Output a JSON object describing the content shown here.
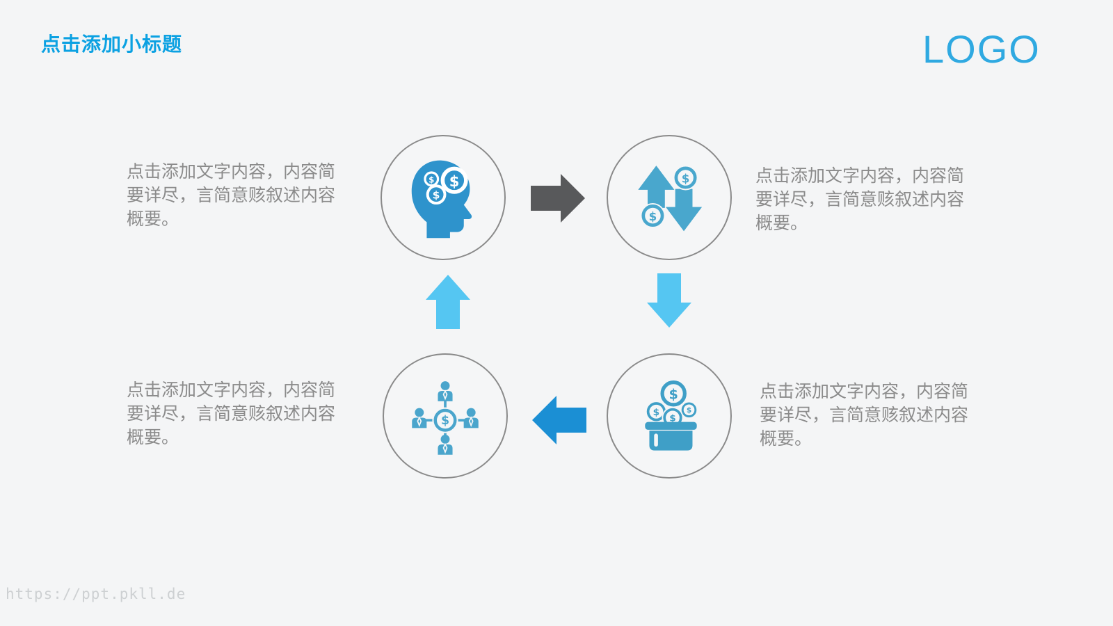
{
  "slide": {
    "title": "点击添加小标题",
    "logo_text": "LOGO",
    "watermark": "https://ppt.pkll.de"
  },
  "colors": {
    "background": "#f4f5f6",
    "title_blue": "#0ba1e2",
    "logo_blue": "#2fa9e1",
    "head_icon_blue": "#2e93cc",
    "icon_teal_blue": "#49a7cd",
    "arrow_dark_gray": "#58595b",
    "arrow_light_blue": "#55c6f2",
    "arrow_medium_blue": "#1b8fd4",
    "body_text_gray": "#8b8b8b",
    "circle_border_gray": "#8a8a8a",
    "watermark_gray": "#cdd0d2"
  },
  "steps": [
    {
      "icon": "thinking-head-dollar-icon",
      "text": "点击添加文字内容，内容简要详尽，言简意赅叙述内容概要。"
    },
    {
      "icon": "exchange-arrows-dollar-icon",
      "text": "点击添加文字内容，内容简要详尽，言简意赅叙述内容概要。"
    },
    {
      "icon": "coins-deposit-box-icon",
      "text": "点击添加文字内容，内容简要详尽，言简意赅叙述内容概要。"
    },
    {
      "icon": "people-dollar-network-icon",
      "text": "点击添加文字内容，内容简要详尽，言简意赅叙述内容概要。"
    }
  ],
  "flow_arrows": [
    {
      "direction": "right",
      "color": "#58595b"
    },
    {
      "direction": "down",
      "color": "#55c6f2"
    },
    {
      "direction": "left",
      "color": "#1b8fd4"
    },
    {
      "direction": "up",
      "color": "#55c6f2"
    }
  ],
  "coin_symbol": "$"
}
